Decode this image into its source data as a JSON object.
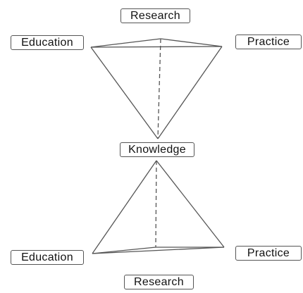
{
  "diagram": {
    "top_pyramid": {
      "research": "Research",
      "education": "Education",
      "practice": "Practice"
    },
    "apex": "Knowledge",
    "bottom_pyramid": {
      "education": "Education",
      "practice": "Practice",
      "research": "Research"
    }
  }
}
